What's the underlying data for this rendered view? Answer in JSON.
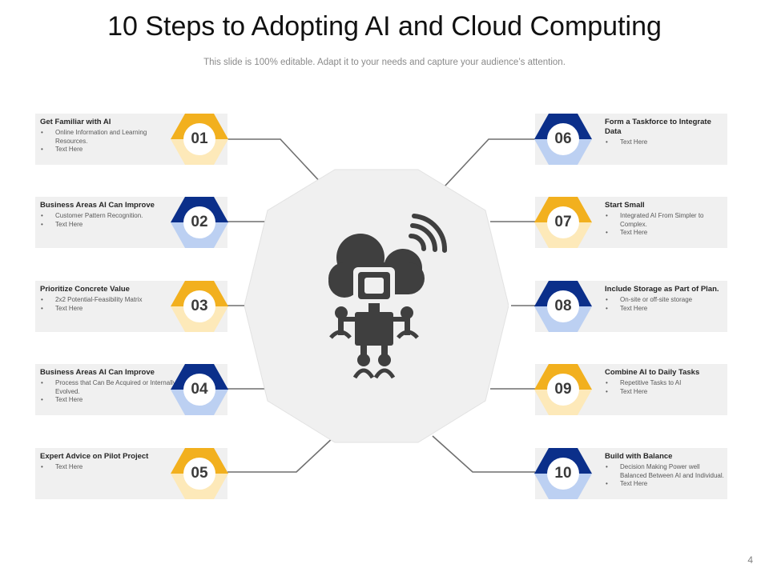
{
  "title": "10 Steps to Adopting AI and Cloud Computing",
  "subtitle": "This slide is 100% editable. Adapt it to your needs and capture your audience’s attention.",
  "page_number": "4",
  "colors": {
    "gold": "#f2b01e",
    "gold_light": "#fde9b9",
    "navy": "#0b2f8a",
    "blue_light": "#bcd0f2",
    "card_bg": "#f0f0f0",
    "center_bg": "#f0f0f0",
    "icon": "#3f3f3f"
  },
  "center_icon": "cloud-robot-icon",
  "steps": [
    {
      "number": "01",
      "theme": "gold",
      "heading": "Get Familiar with AI",
      "bullets": [
        "Online Information and Learning Resources.",
        "Text Here"
      ]
    },
    {
      "number": "02",
      "theme": "navy",
      "heading": "Business Areas AI Can Improve",
      "bullets": [
        "Customer Pattern Recognition.",
        "Text Here"
      ]
    },
    {
      "number": "03",
      "theme": "gold",
      "heading": "Prioritize Concrete Value",
      "bullets": [
        "2x2 Potential-Feasibility Matrix",
        "Text Here"
      ]
    },
    {
      "number": "04",
      "theme": "navy",
      "heading": "Business Areas AI Can Improve",
      "bullets": [
        "Process that Can Be Acquired or Internally Evolved.",
        "Text Here"
      ]
    },
    {
      "number": "05",
      "theme": "gold",
      "heading": "Expert Advice on Pilot Project",
      "bullets": [
        "Text Here"
      ]
    },
    {
      "number": "06",
      "theme": "navy",
      "heading": "Form a Taskforce to Integrate Data",
      "bullets": [
        "Text Here"
      ]
    },
    {
      "number": "07",
      "theme": "gold",
      "heading": "Start Small",
      "bullets": [
        "Integrated AI From Simpler to Complex.",
        "Text Here"
      ]
    },
    {
      "number": "08",
      "theme": "navy",
      "heading": "Include Storage as Part of Plan.",
      "bullets": [
        "On-site or off-site storage",
        "Text Here"
      ]
    },
    {
      "number": "09",
      "theme": "gold",
      "heading": "Combine AI to Daily Tasks",
      "bullets": [
        "Repetitive Tasks to AI",
        "Text Here"
      ]
    },
    {
      "number": "10",
      "theme": "navy",
      "heading": "Build with Balance",
      "bullets": [
        "Decision Making Power well Balanced Between AI and Individual.",
        "Text Here"
      ]
    }
  ]
}
